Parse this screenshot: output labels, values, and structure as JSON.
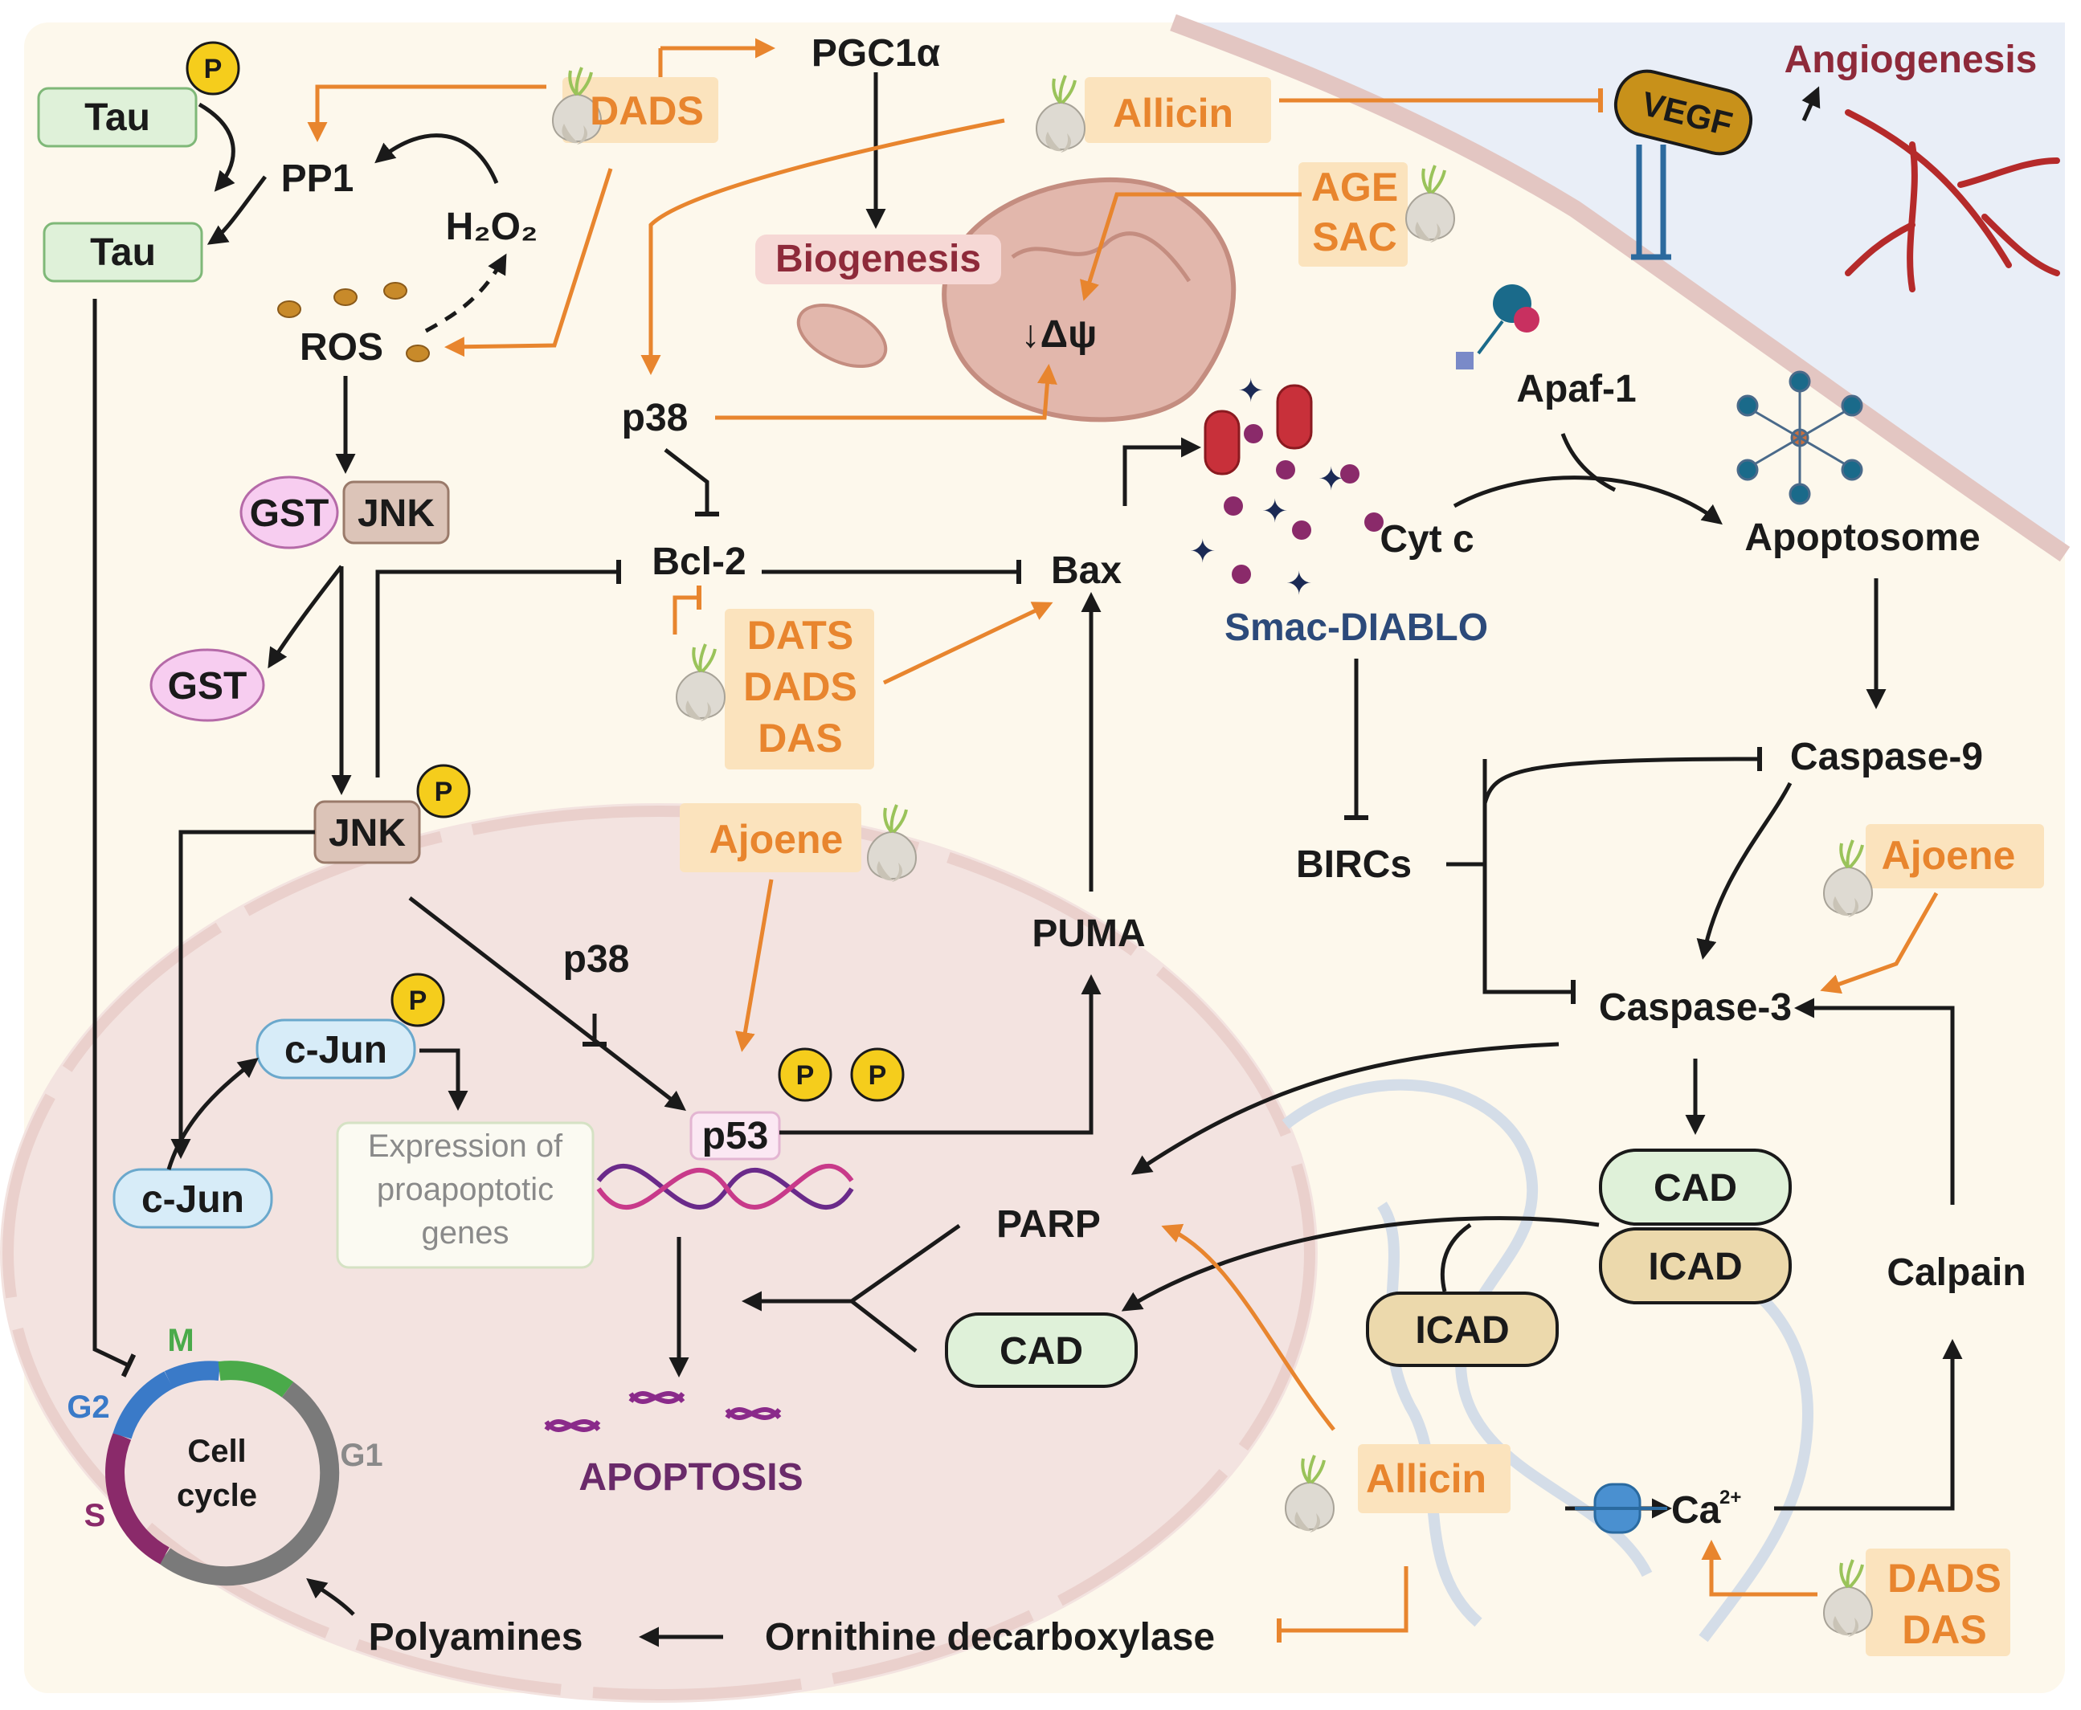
{
  "labels": {
    "tau_top": "Tau",
    "tau_bottom": "Tau",
    "pp1": "PP1",
    "h2o2": "H₂O₂",
    "ros": "ROS",
    "gst": "GST",
    "jnk": "JNK",
    "gst2": "GST",
    "jnk_p": "JNK",
    "cjun_top": "c-Jun",
    "cjun_bottom": "c-Jun",
    "expression_line1": "Expression of",
    "expression_line2": "proapoptotic",
    "expression_line3": "genes",
    "pgc1a": "PGC1α",
    "biogenesis": "Biogenesis",
    "p38_top": "p38",
    "bcl2": "Bcl-2",
    "bax": "Bax",
    "delta_psi": "↓Δψ",
    "cytc": "Cyt c",
    "smac": "Smac-DIABLO",
    "apaf1": "Apaf-1",
    "apoptosome": "Apoptosome",
    "angiogenesis": "Angiogenesis",
    "vegf": "VEGF",
    "caspase9": "Caspase-9",
    "caspase3": "Caspase-3",
    "bircs": "BIRCs",
    "puma": "PUMA",
    "p38_mid": "p38",
    "p53": "p53",
    "parp": "PARP",
    "cad_right": "CAD",
    "icad_right": "ICAD",
    "icad_mid": "ICAD",
    "cad_mid": "CAD",
    "calpain": "Calpain",
    "ca2": "Ca",
    "ca2_sup": "2+",
    "apoptosis": "APOPTOSIS",
    "polyamines": "Polyamines",
    "odc": "Ornithine decarboxylase",
    "cell_line1": "Cell",
    "cell_line2": "cycle",
    "phase_m": "M",
    "phase_g1": "G1",
    "phase_g2": "G2",
    "phase_s": "S",
    "phospho": "P"
  },
  "compounds": {
    "dads_top": "DADS",
    "allicin_top": "Allicin",
    "age": "AGE",
    "sac": "SAC",
    "dats": "DATS",
    "dads_mid": "DADS",
    "das_mid": "DAS",
    "ajoene_mid": "Ajoene",
    "ajoene_right": "Ajoene",
    "allicin_bottom": "Allicin",
    "dads_bottom": "DADS",
    "das_bottom": "DAS"
  },
  "colors": {
    "compound_orange": "#e8852e",
    "inhibitor_black": "#1a1a1a",
    "cytoplasm": "#fdf8ec",
    "nucleus": "#f3e3e0",
    "extracellular": "#e9eef7",
    "vessel": "#b52a2a",
    "phospho_yellow": "#f5cd1c",
    "cad_green": "#dff1d9",
    "icad_tan": "#ecd9ac",
    "gst_pink": "#f7cdf0",
    "jnk_brown": "#dcc4b8",
    "cjun_blue": "#d7ecf8"
  },
  "icons": {
    "garlic": "garlic-bulb-icon",
    "phosphate": "phosphate-badge-icon",
    "dna": "dna-helix-icon",
    "mitochondrion": "mitochondrion-icon",
    "receptor": "vegf-receptor-icon",
    "channel": "calcium-channel-icon"
  }
}
